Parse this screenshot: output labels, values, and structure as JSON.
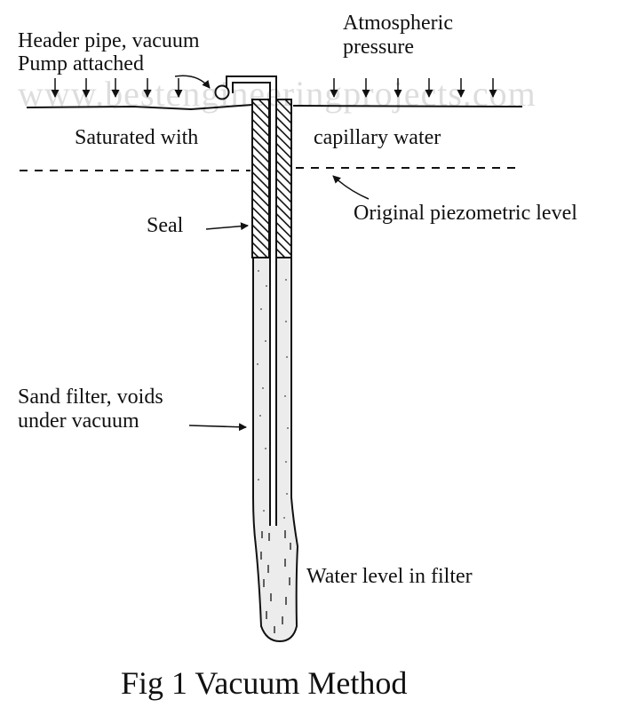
{
  "watermark": "www.bestengineeringprojects.com",
  "labels": {
    "header_pipe": [
      "Header pipe, vacuum",
      "Pump attached"
    ],
    "atmospheric": [
      "Atmospheric",
      "pressure"
    ],
    "saturated": "Saturated with",
    "capillary": "capillary water",
    "seal": "Seal",
    "piezometric": "Original piezometric level",
    "sand_filter": [
      "Sand filter, voids",
      "under vacuum"
    ],
    "water_level": "Water level in filter"
  },
  "caption": "Fig 1 Vacuum Method"
}
